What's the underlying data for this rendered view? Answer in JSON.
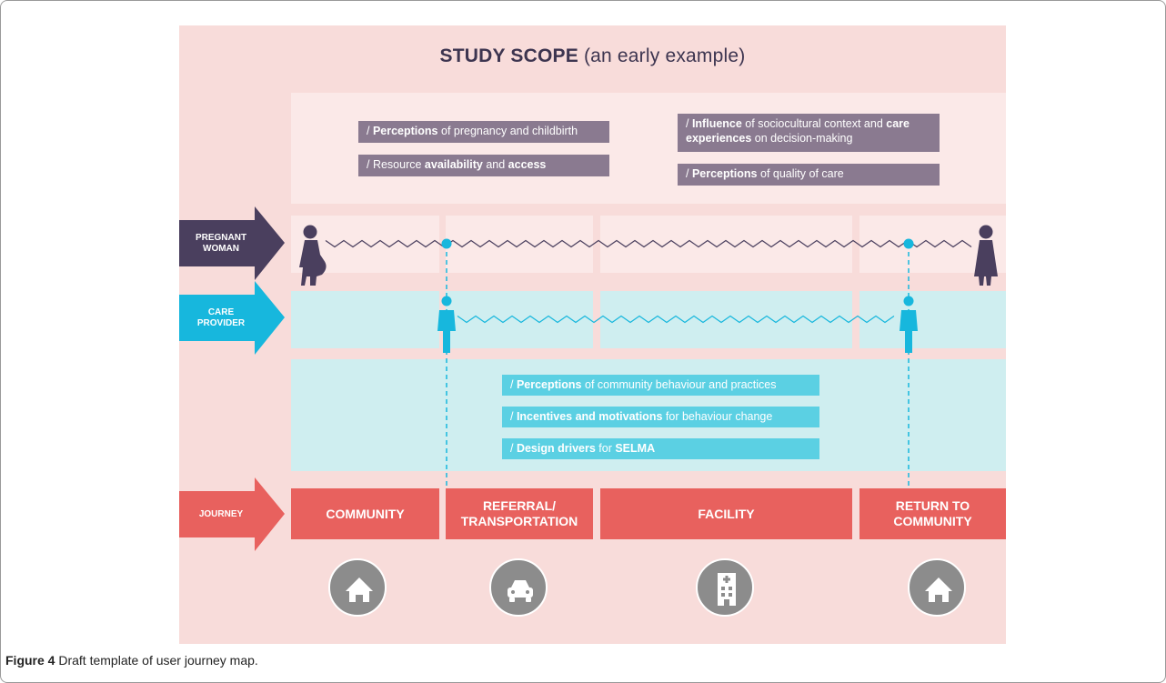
{
  "title": {
    "bold": "STUDY SCOPE",
    "rest": " (an early example)"
  },
  "top_notes": [
    {
      "prefix": "/ ",
      "bold": "Perceptions",
      "rest": " of pregnancy and childbirth"
    },
    {
      "prefix": "/ Resource ",
      "bold": "availability",
      "mid": " and ",
      "bold2": "access"
    },
    {
      "prefix": "/ ",
      "bold": "Influence",
      "mid": " of sociocultural context and ",
      "bold2": "care experiences",
      "rest": " on decision-making"
    },
    {
      "prefix": "/ ",
      "bold": "Perceptions",
      "rest": " of quality of care"
    }
  ],
  "bottom_notes": [
    {
      "prefix": "/ ",
      "bold": "Perceptions",
      "rest": " of community behaviour and practices"
    },
    {
      "prefix": "/ ",
      "bold": "Incentives and motivations",
      "rest": " for behaviour change"
    },
    {
      "prefix": "/ ",
      "bold": "Design drivers",
      "mid": " for ",
      "bold2": "SELMA"
    }
  ],
  "rows": {
    "pregnant_woman": {
      "line1": "PREGNANT",
      "line2": "WOMAN"
    },
    "care_provider": {
      "line1": "CARE",
      "line2": "PROVIDER"
    },
    "journey": {
      "line1": "JOURNEY",
      "line2": ""
    }
  },
  "stages": [
    {
      "line1": "COMMUNITY",
      "line2": ""
    },
    {
      "line1": "REFERRAL/",
      "line2": "TRANSPORTATION"
    },
    {
      "line1": "FACILITY",
      "line2": ""
    },
    {
      "line1": "RETURN TO",
      "line2": "COMMUNITY"
    }
  ],
  "icons": [
    "house-icon",
    "car-icon",
    "hospital-icon",
    "house-icon"
  ],
  "caption": {
    "label": "Figure 4",
    "text": " Draft template of user journey map."
  },
  "colors": {
    "panel": "#f8dcda",
    "light_pink": "#fbe9e8",
    "light_cyan": "#cfeef0",
    "purple": "#4a3f5e",
    "purple_note": "#8a7a90",
    "cyan": "#17b7dd",
    "cyan_note": "#5bd0e3",
    "coral": "#e8615e",
    "icon_gray": "#8c8c8c"
  }
}
